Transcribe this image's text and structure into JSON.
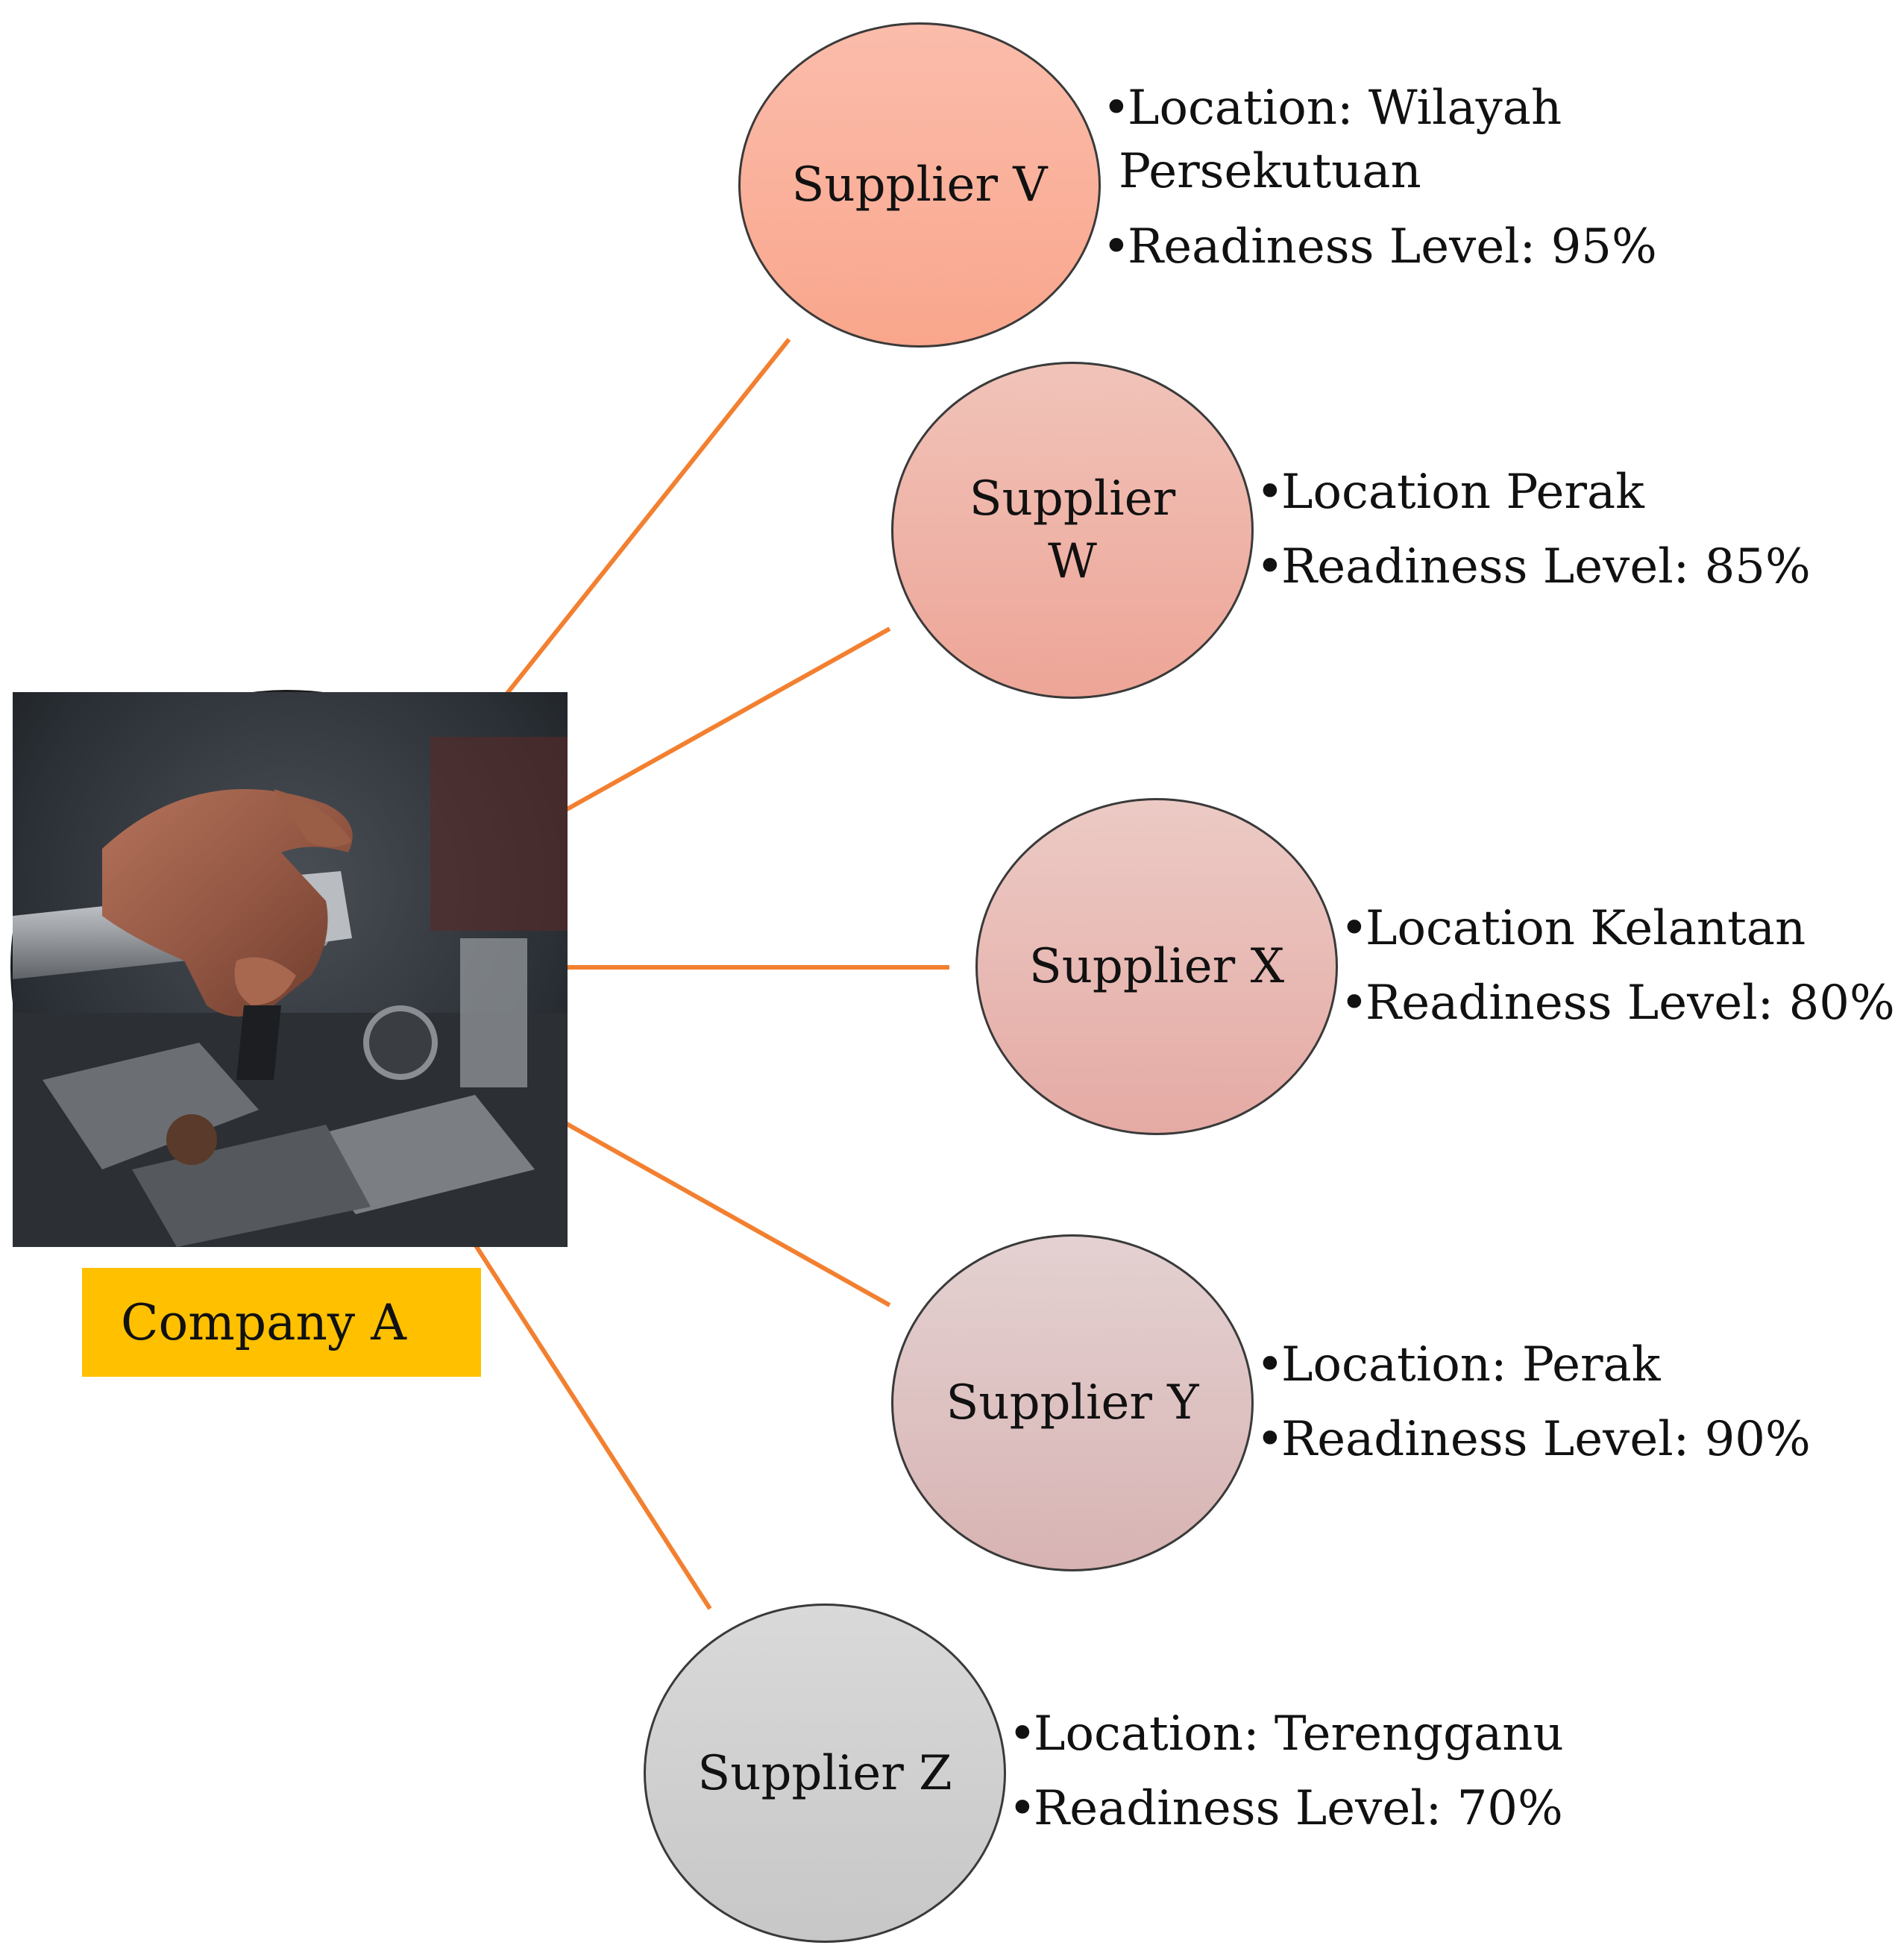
{
  "hub": {
    "label": "Company A",
    "photo_icon": "mechanic-hands-engine-photo",
    "label_background": "#ffc000"
  },
  "connector_color": "#f28030",
  "suppliers": [
    {
      "name": "Supplier V",
      "location_lines": [
        "Location: Wilayah",
        "Persekutuan"
      ],
      "readiness": "Readiness Level: 95%",
      "fill_color": "#fbaf99"
    },
    {
      "name": "Supplier\nW",
      "location_lines": [
        "Location Perak"
      ],
      "readiness": "Readiness Level: 85%",
      "fill_color": "#efb4a8"
    },
    {
      "name": "Supplier X",
      "location_lines": [
        "Location Kelantan"
      ],
      "readiness": "Readiness Level: 80%",
      "fill_color": "#e8bab4"
    },
    {
      "name": "Supplier Y",
      "location_lines": [
        "Location: Perak"
      ],
      "readiness": "Readiness Level: 90%",
      "fill_color": "#dec2c2"
    },
    {
      "name": "Supplier Z",
      "location_lines": [
        "Location: Terengganu"
      ],
      "readiness": "Readiness Level: 70%",
      "fill_color": "#d0d0d0"
    }
  ]
}
